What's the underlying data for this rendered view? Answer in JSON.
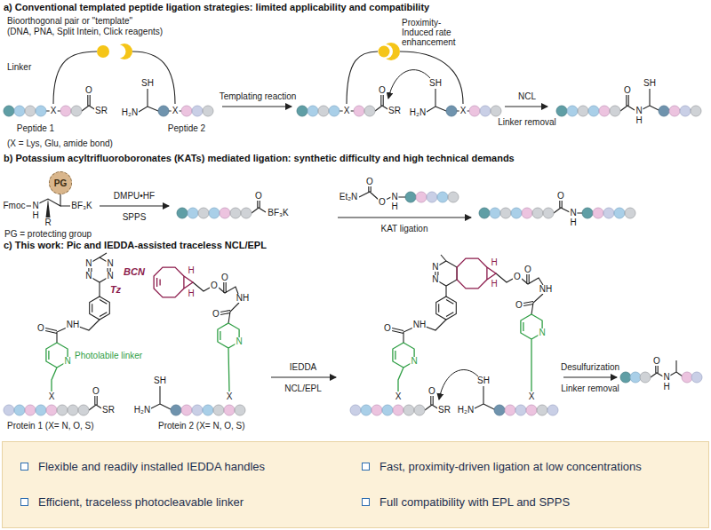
{
  "diagram": {
    "nodes": [
      {
        "text": [
          "PG"
        ]
      },
      {
        "text": [
          "Flexible and readily installed IEDDA handles",
          "Fast, proximity-driven ligation at low concentrations",
          "Efficient, traceless photocleavable linker",
          "Full compatibility with EPL and SPPS"
        ]
      }
    ],
    "labels": [
      "a) Conventional templated peptide ligation strategies: limited applicability and compatibility",
      "Bioorthogonal pair or \"template\"",
      "(DNA, PNA, Split Intein, Click reagents)",
      "Linker",
      "X",
      "O",
      "SR",
      "H₂N",
      "SH",
      "X",
      "Peptide 1",
      "Peptide 2",
      "(X = Lys, Glu, amide bond)",
      "Templating reaction",
      "Proximity- Induced rate enhancement",
      "X",
      "O",
      "SR",
      "H₂N",
      "SH",
      "X",
      "NCL",
      "Linker removal",
      "O",
      "N",
      "H",
      "SH",
      "b) Potassium acyltrifluoroboronates (KATs) mediated ligation: synthetic difficulty and high technical demands",
      "Fmoc",
      "N",
      "H",
      "R",
      "BF₃K",
      "DMPU•HF",
      "SPPS",
      "O",
      "BF₃K",
      "Et₂N",
      "O",
      "O",
      "N",
      "H",
      "KAT ligation",
      "O",
      "N",
      "H",
      "PG = protecting group",
      "c) This work: Pic and IEDDA-assisted traceless NCL/EPL",
      "N",
      "N",
      "N",
      "N",
      "Tz",
      "NH",
      "O",
      "N",
      "Photolabile linker",
      "X",
      "O",
      "SR",
      "Protein 1 (X= N, O, S)",
      "BCN",
      "H",
      "H",
      "O",
      "O",
      "NH",
      "O",
      "N",
      "SH",
      "H₂N",
      "X",
      "Protein 2 (X= N, O, S)",
      "IEDDA",
      "NCL/EPL",
      "N",
      "N",
      "H",
      "H",
      "NH",
      "O",
      "N",
      "O",
      "O",
      "NH",
      "O",
      "N",
      "X",
      "O",
      "SR",
      "SH",
      "H₂N",
      "X",
      "Desulfurization",
      "Linker removal",
      "O",
      "N",
      "H"
    ]
  }
}
